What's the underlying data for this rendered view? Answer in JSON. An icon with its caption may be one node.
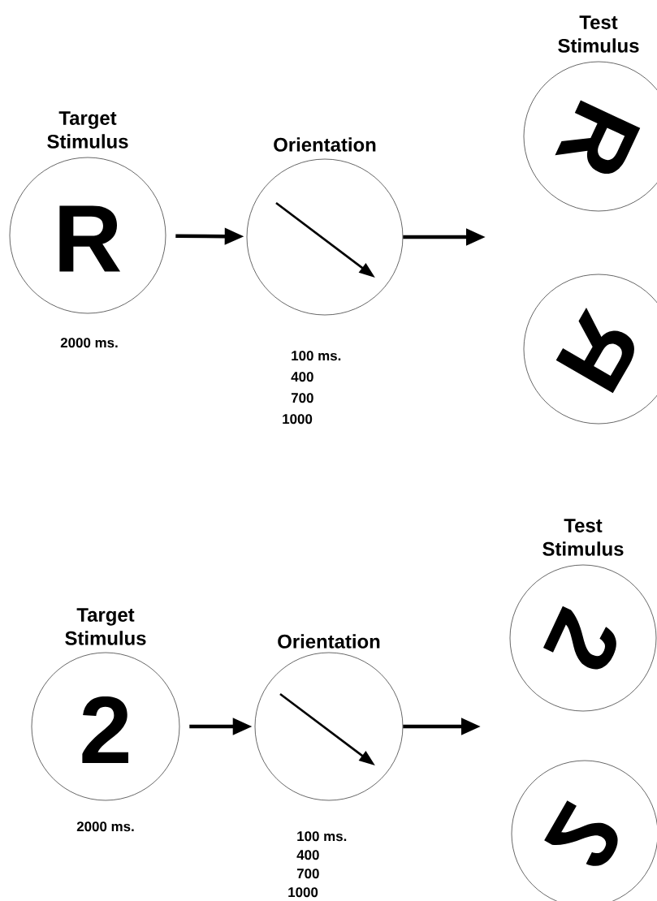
{
  "diagram": {
    "nodes": [
      {
        "text": [
          "Target Stimulus",
          "R"
        ],
        "beside": [
          "2000 ms."
        ]
      },
      {
        "text": [
          "Orientation"
        ],
        "beside": [
          "100 ms.",
          "400",
          "700",
          "1000"
        ]
      },
      {
        "text": [
          "Test Stimulus",
          "R"
        ]
      },
      {
        "text": [
          "R"
        ]
      },
      {
        "text": [
          "Target Stimulus",
          "2"
        ],
        "beside": [
          "2000 ms."
        ]
      },
      {
        "text": [
          "Orientation"
        ],
        "beside": [
          "100 ms.",
          "400",
          "700",
          "1000"
        ]
      },
      {
        "text": [
          "Test Stimulus",
          "2"
        ]
      },
      {
        "text": [
          "2"
        ]
      }
    ],
    "edges": [
      {
        "from": 0,
        "to": 1,
        "arrow": "to"
      },
      {
        "from": 1,
        "to": null,
        "arrow": "to"
      },
      {
        "from": 4,
        "to": 5,
        "arrow": "to"
      },
      {
        "from": 5,
        "to": null,
        "arrow": "to"
      }
    ]
  }
}
